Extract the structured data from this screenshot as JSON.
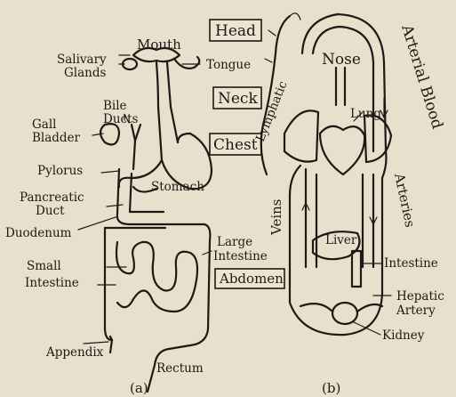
{
  "panel_a": {
    "caption": "(a)",
    "labels": {
      "salivary_line1": "Salivary",
      "salivary_line2": "Glands",
      "mouth": "Mouth",
      "tongue": "Tongue",
      "bile_line1": "Bile",
      "bile_line2": "Ducts",
      "gall_line1": "Gall",
      "gall_line2": "Bladder",
      "pylorus": "Pylorus",
      "stomach": "Stomach",
      "pancreatic_line1": "Pancreatic",
      "pancreatic_line2": "Duct",
      "duodenum": "Duodenum",
      "small_line1": "Small",
      "small_line2": "Intestine",
      "large_line1": "Large",
      "large_line2": "Intestine",
      "appendix": "Appendix",
      "rectum": "Rectum"
    }
  },
  "regions": {
    "head": "Head",
    "neck": "Neck",
    "chest": "Chest",
    "abdomen": "Abdomen"
  },
  "panel_b": {
    "caption": "(b)",
    "labels": {
      "nose": "Nose",
      "lung": "Lung",
      "lymphatic": "Lymphatic",
      "arterial_blood": "Arterial Blood",
      "arteries": "Arteries",
      "veins": "Veins",
      "liver": "Liver",
      "intestine": "Intestine",
      "hepatic_line1": "Hepatic",
      "hepatic_line2": "Artery",
      "kidney": "Kidney"
    }
  }
}
